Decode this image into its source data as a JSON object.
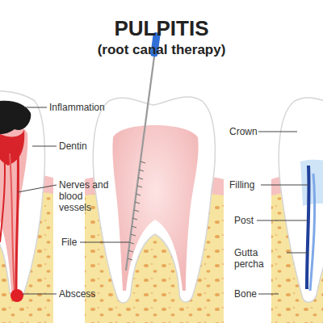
{
  "diagram": {
    "title": "PULPITIS",
    "labels": [
      "(root canal therapy)",
      "Inflammation",
      "Dentin",
      "Nerves and blood vessels",
      "Abscess",
      "File",
      "Crown",
      "Filling",
      "Post",
      "Gutta percha",
      "Bone"
    ]
  }
}
